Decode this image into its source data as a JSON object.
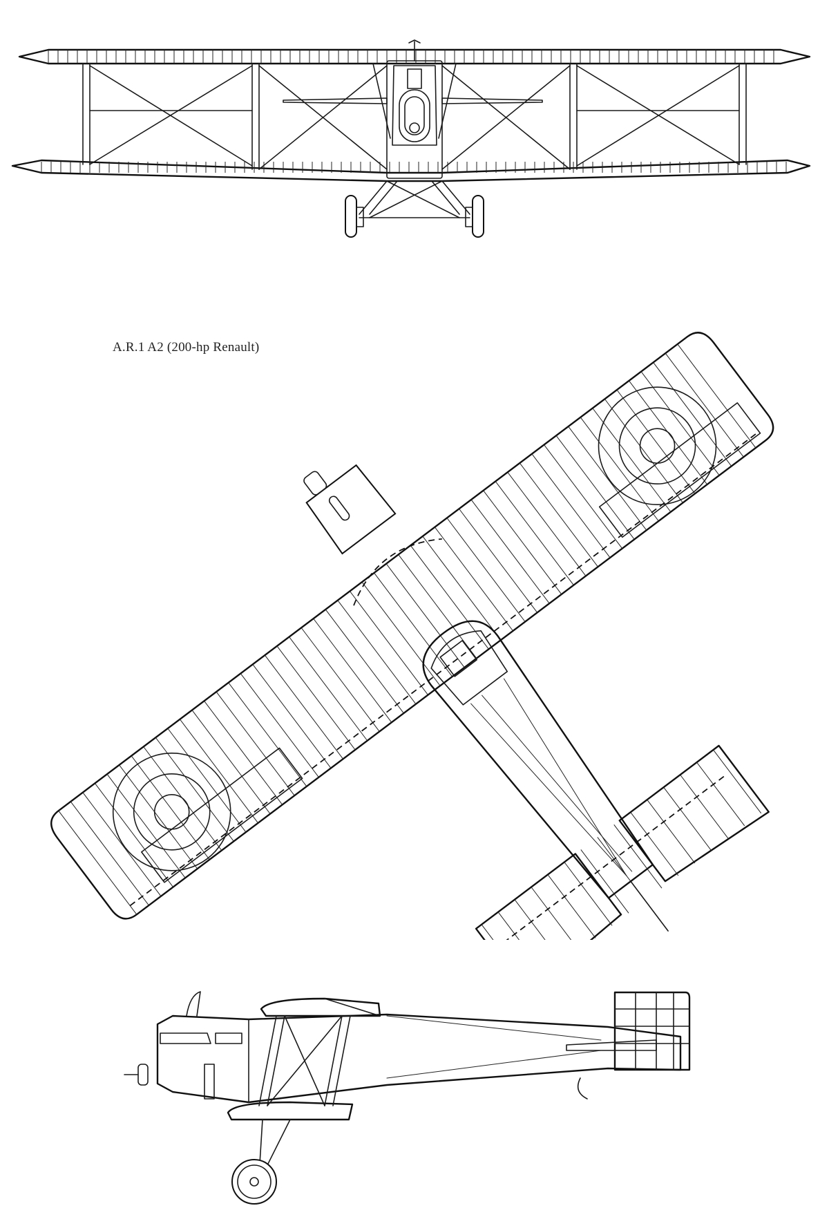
{
  "caption": "A.R.1 A2 (200-hp Renault)",
  "views": [
    "front-view",
    "plan-view",
    "side-view"
  ],
  "colors": {
    "ink": "#1a1a1a",
    "paper": "#ffffff"
  }
}
